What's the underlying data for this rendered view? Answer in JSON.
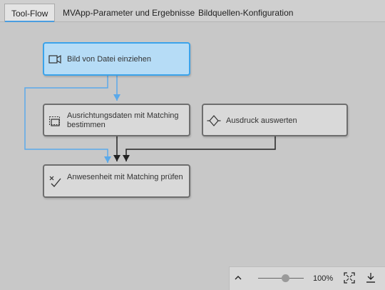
{
  "tabs": [
    {
      "label": "Tool-Flow",
      "active": true
    },
    {
      "label": "MVApp-Parameter und Ergebnisse",
      "active": false
    },
    {
      "label": "Bildquellen-Konfiguration",
      "active": false
    }
  ],
  "nodes": [
    {
      "label": "Bild von Datei einziehen",
      "icon": "video-camera-icon",
      "selected": true
    },
    {
      "label": "Ausrichtungsdaten mit Matching bestimmen",
      "icon": "alignment-icon",
      "selected": false
    },
    {
      "label": "Ausdruck auswerten",
      "icon": "expression-icon",
      "selected": false
    },
    {
      "label": "Anwesenheit mit Matching prüfen",
      "icon": "presence-check-icon",
      "selected": false
    }
  ],
  "zoom": {
    "level": "100%",
    "slider_value_percent": 100
  },
  "colors": {
    "accent": "#3ba3ea",
    "selected_fill": "#b6dcf6",
    "node_fill": "#d9d9d9",
    "node_border": "#6e6e6e",
    "connector_blue": "#5aa9ea",
    "connector_dark": "#222222",
    "background": "#c8c8c8"
  }
}
